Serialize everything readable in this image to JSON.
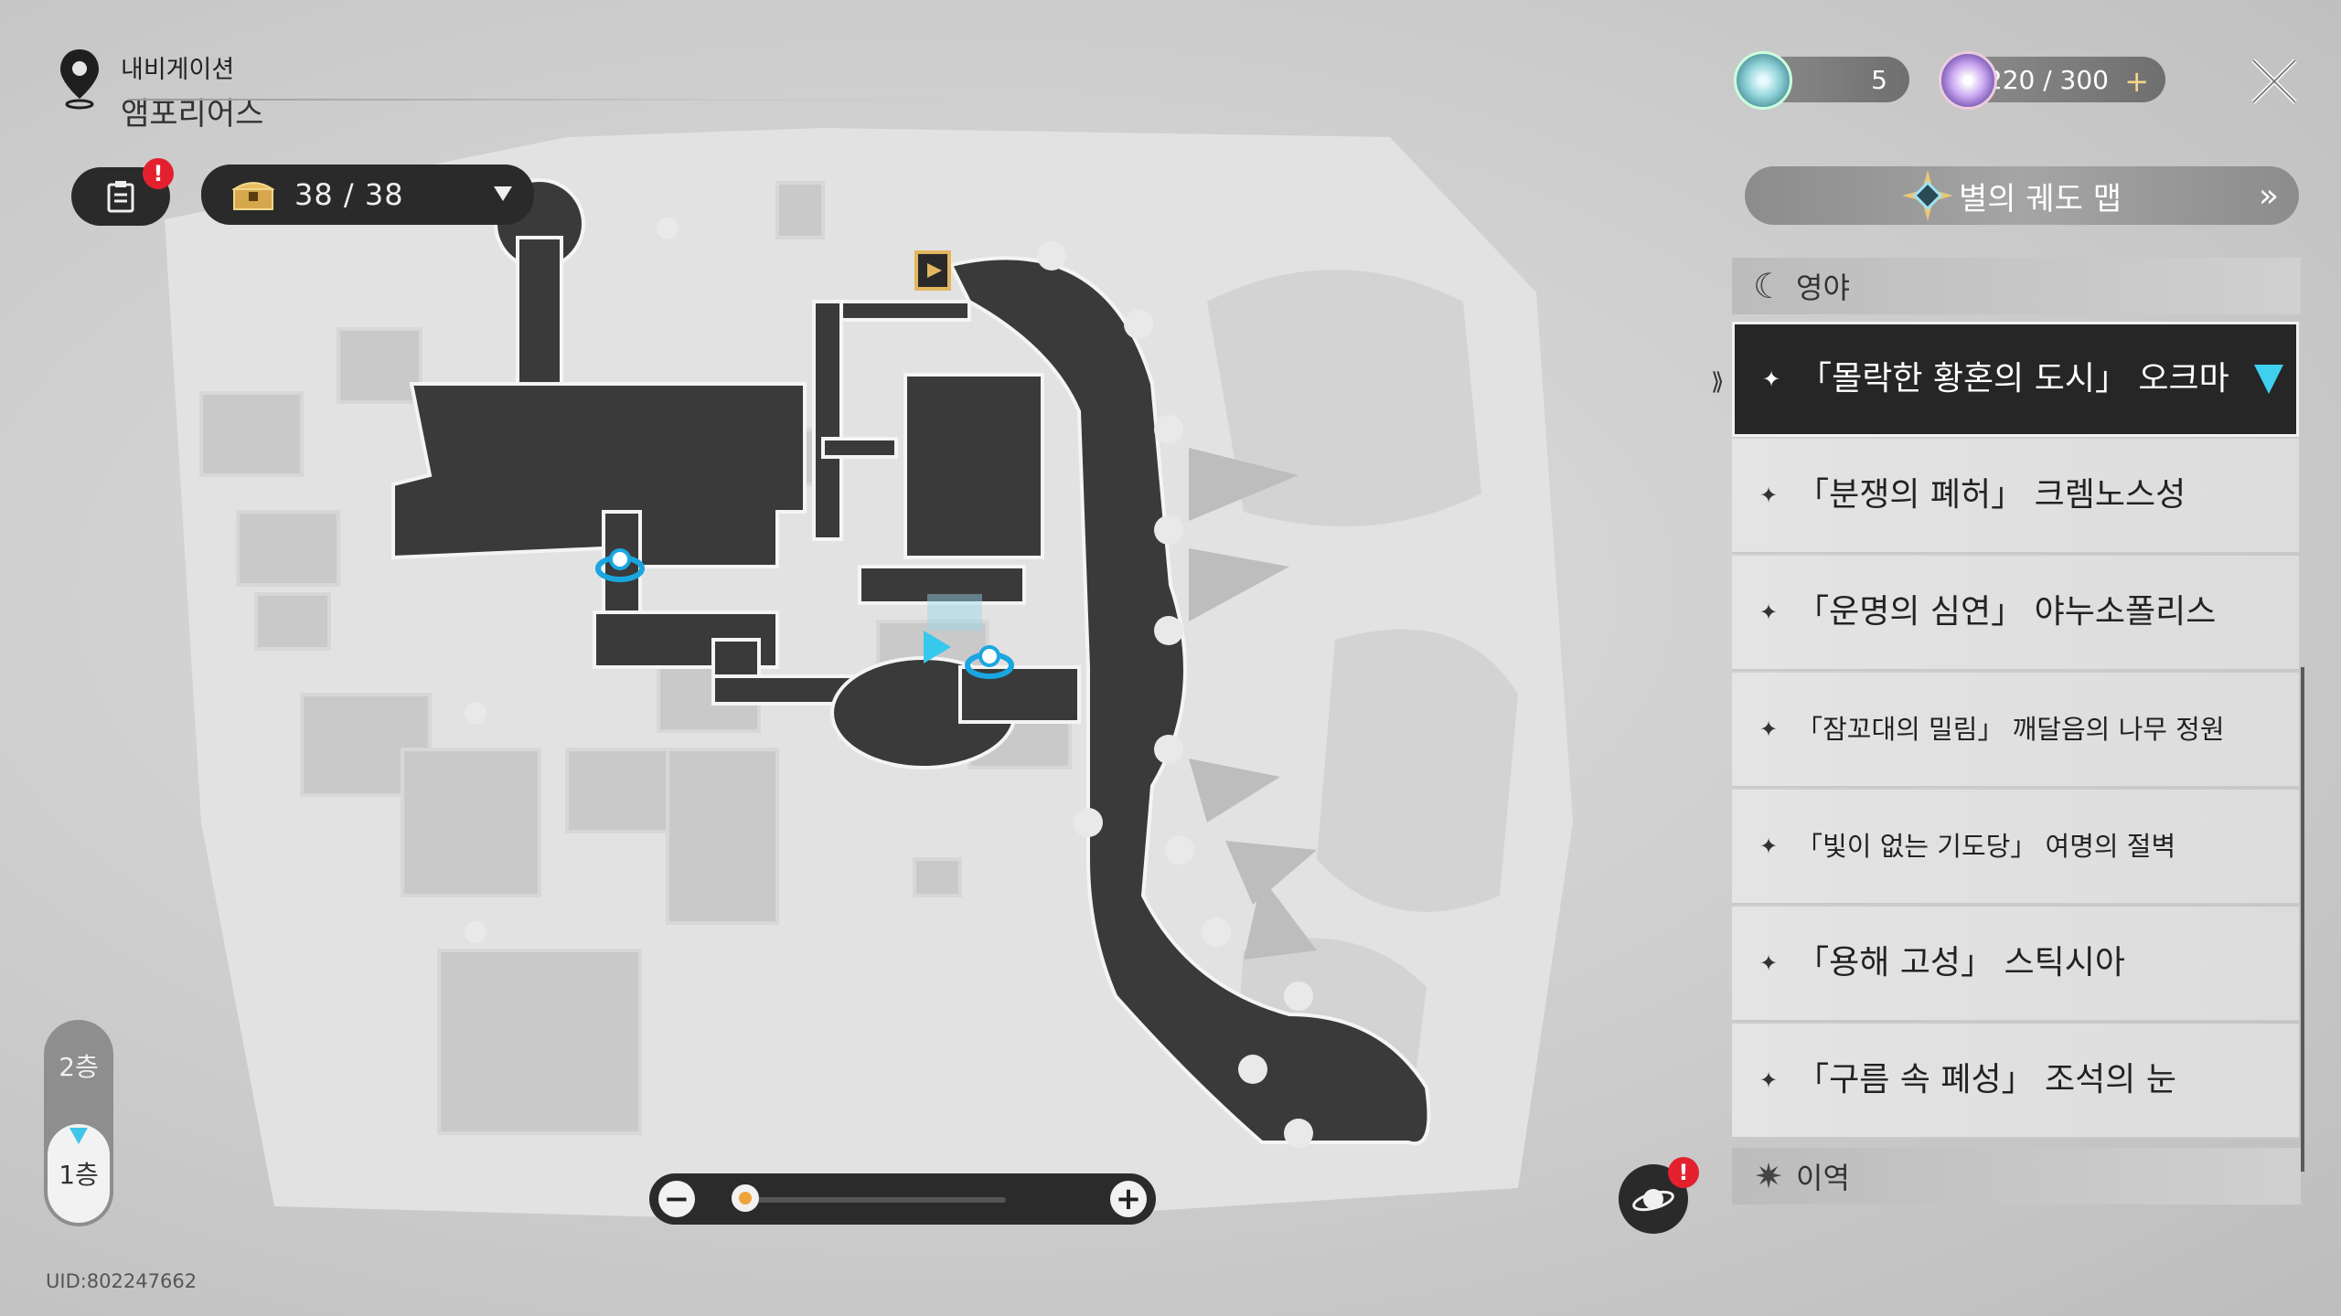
{
  "header": {
    "nav_label": "내비게이션",
    "location": "앰포리어스"
  },
  "toolbar": {
    "chest_count": "38 / 38",
    "quest_alert": "!"
  },
  "currencies": {
    "currency1": "5",
    "currency2": "220 / 300",
    "plus": "+"
  },
  "route_map": {
    "label": "별의 궤도 맵"
  },
  "panel": {
    "category_top": "영야",
    "category_bottom": "이역",
    "items": [
      {
        "label": "「몰락한 황혼의 도시」 오크마"
      },
      {
        "label": "「분쟁의 폐허」 크렘노스성"
      },
      {
        "label": "「운명의 심연」 야누소폴리스"
      },
      {
        "label": "「잠꼬대의 밀림」 깨달음의 나무 정원"
      },
      {
        "label": "「빛이 없는 기도당」 여명의 절벽"
      },
      {
        "label": "「용해 고성」 스틱시아"
      },
      {
        "label": "「구름 속 폐성」 조석의 눈"
      }
    ]
  },
  "floors": {
    "upper": "2층",
    "current": "1층"
  },
  "zoom": {
    "minus": "−",
    "plus": "+",
    "level": 0.05
  },
  "orbit_alert": "!",
  "uid": "UID:802247662",
  "colors": {
    "accent": "#3fd0f0",
    "alert": "#e4202e",
    "dark": "#262626"
  },
  "icons": [
    "map-pin-icon",
    "quest-clipboard-icon",
    "treasure-chest-icon",
    "close-icon",
    "star-rail-icon",
    "moon-icon",
    "sparkle-icon",
    "planet-orbit-icon",
    "teleport-waypoint-icon",
    "exit-door-icon",
    "player-arrow-icon"
  ]
}
